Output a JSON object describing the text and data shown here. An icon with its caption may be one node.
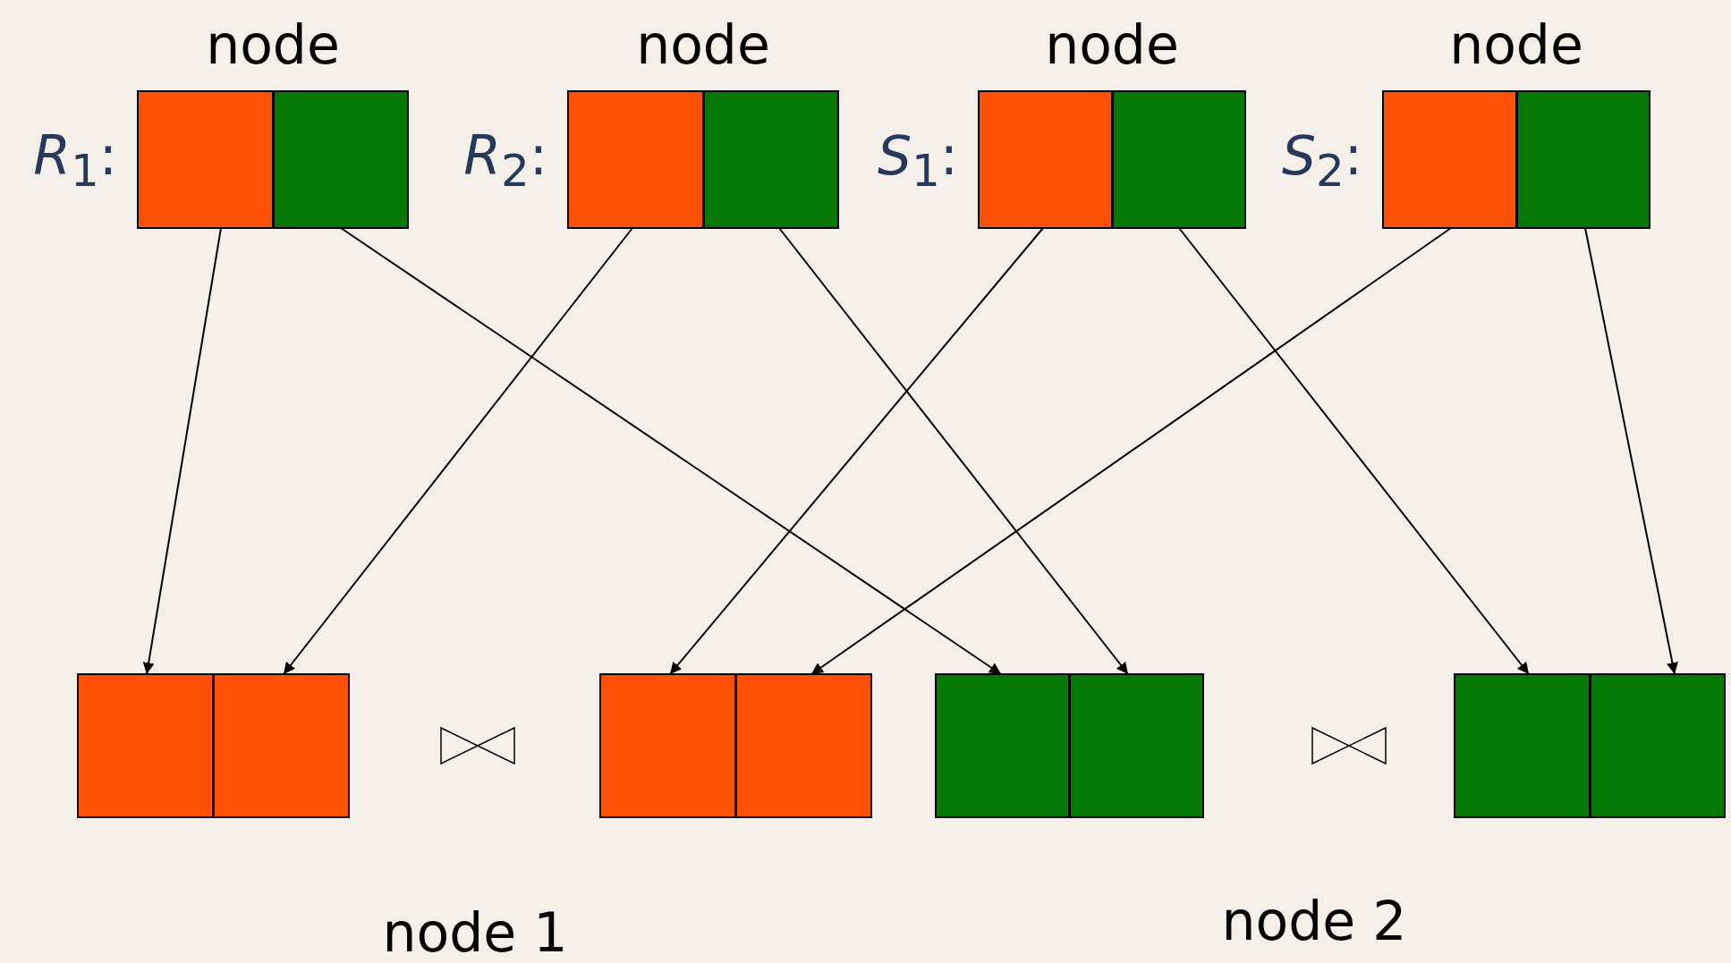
{
  "diagram": {
    "nodes": [
      {
        "text": [
          "node"
        ],
        "beside": [
          "*R*$_{1}$:"
        ]
      },
      {
        "text": [],
        "shape": "box",
        "in": 0
      },
      {
        "text": [],
        "shape": "box",
        "in": 0
      },
      {
        "text": [
          "node"
        ],
        "beside": [
          "*R*$_{2}$:"
        ]
      },
      {
        "text": [],
        "shape": "box",
        "in": 3
      },
      {
        "text": [],
        "shape": "box",
        "in": 3
      },
      {
        "text": [
          "node"
        ],
        "beside": [
          "*S*$_{1}$:"
        ]
      },
      {
        "text": [],
        "shape": "box",
        "in": 6
      },
      {
        "text": [],
        "shape": "box",
        "in": 6
      },
      {
        "text": [
          "node"
        ],
        "beside": [
          "*S*$_{2}$:"
        ]
      },
      {
        "text": [],
        "shape": "box",
        "in": 9
      },
      {
        "text": [],
        "shape": "box",
        "in": 9
      },
      {
        "text": [],
        "shape": "box"
      },
      {
        "text": [],
        "shape": "box",
        "in": 12
      },
      {
        "text": [],
        "shape": "box",
        "in": 12
      },
      {
        "text": [],
        "shape": "box"
      },
      {
        "text": [],
        "shape": "box",
        "in": 15
      },
      {
        "text": [],
        "shape": "box",
        "in": 15
      },
      {
        "text": [],
        "shape": "box"
      },
      {
        "text": [],
        "shape": "box",
        "in": 18
      },
      {
        "text": [],
        "shape": "box",
        "in": 18
      },
      {
        "text": [],
        "shape": "box"
      },
      {
        "text": [],
        "shape": "box",
        "in": 21
      },
      {
        "text": [],
        "shape": "box",
        "in": 21
      }
    ],
    "edges": [
      {
        "from": 1,
        "to": 13,
        "arrow": "to"
      },
      {
        "from": 2,
        "to": 19,
        "arrow": "to"
      },
      {
        "from": 4,
        "to": 14,
        "arrow": "to"
      },
      {
        "from": 5,
        "to": 20,
        "arrow": "to"
      },
      {
        "from": 7,
        "to": 16,
        "arrow": "to"
      },
      {
        "from": 8,
        "to": 22,
        "arrow": "to"
      },
      {
        "from": 10,
        "to": 17,
        "arrow": "to"
      },
      {
        "from": 11,
        "to": 23,
        "arrow": "to"
      }
    ],
    "labels": [
      "node 1",
      "node 2"
    ]
  }
}
